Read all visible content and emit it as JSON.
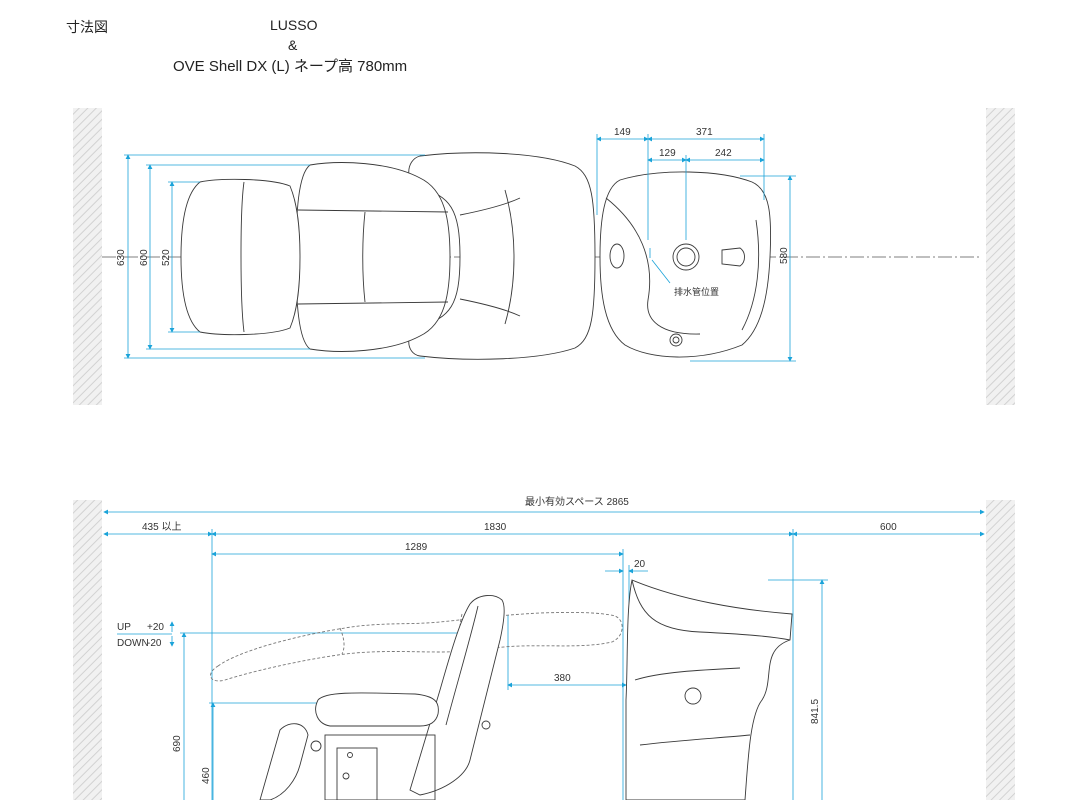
{
  "header": {
    "drawing_label": "寸法図",
    "product_line1": "LUSSO",
    "product_line2": "&",
    "product_line3": "OVE Shell DX (L) ネープ高 780mm"
  },
  "plan_view": {
    "dims": {
      "d630": "630",
      "d600": "600",
      "d520": "520",
      "d580": "580",
      "d149": "149",
      "d371": "371",
      "d129": "129",
      "d242": "242"
    },
    "drain_label": "排水管位置"
  },
  "side_view": {
    "dims": {
      "min_space": "最小有効スペース 2865",
      "d435": "435 以上",
      "d1830": "1830",
      "d600": "600",
      "d1289": "1289",
      "d20": "20",
      "d380": "380",
      "d841": "841.5",
      "d690": "690",
      "d460": "460"
    },
    "up_label": "UP",
    "up_value": "+20",
    "down_label": "DOWN",
    "down_value": "-20"
  },
  "colors": {
    "dimension_line": "#1aa3d9",
    "outline": "#3a3a3a",
    "wall_hatch": "#cfcfcf"
  }
}
